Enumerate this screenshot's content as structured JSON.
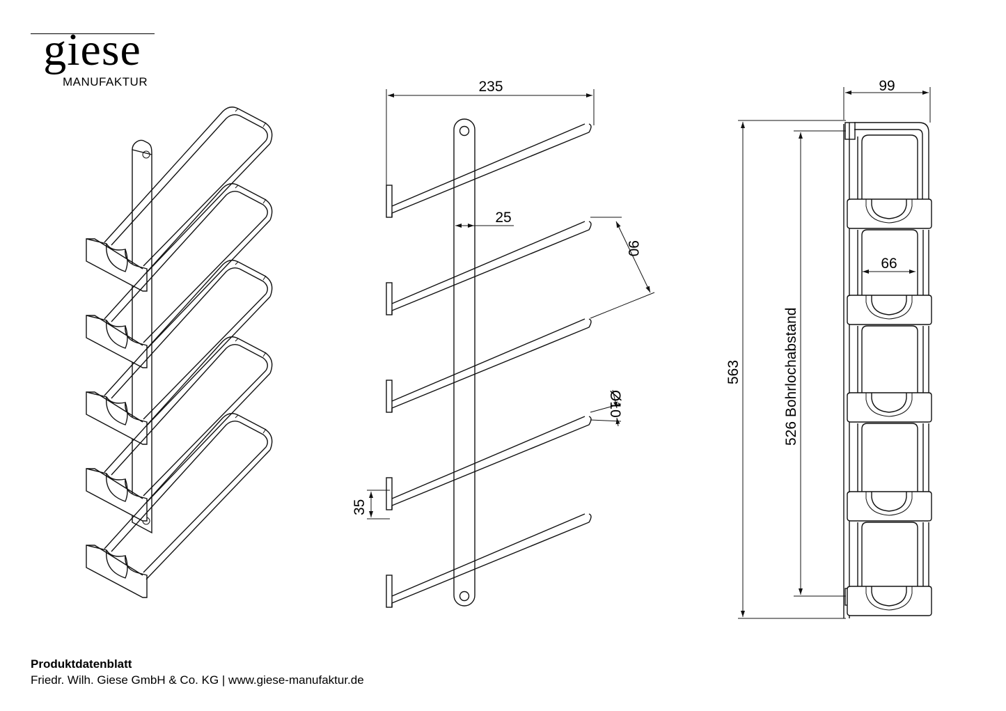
{
  "logo": {
    "brand": "giese",
    "subtitle": "MANUFAKTUR"
  },
  "dimensions": {
    "width_total": "235",
    "bar_width": "25",
    "arm_spacing": "90",
    "rod_diameter": "Ø10",
    "foot_height": "35",
    "depth": "99",
    "inner_width": "66",
    "height_total": "563",
    "hole_distance": "526  Bohrlochabstand"
  },
  "footer": {
    "title": "Produktdatenblatt",
    "company": "Friedr. Wilh. Giese GmbH & Co. KG | www.giese-manufaktur.de"
  },
  "colors": {
    "line": "#111111",
    "background": "#ffffff"
  }
}
